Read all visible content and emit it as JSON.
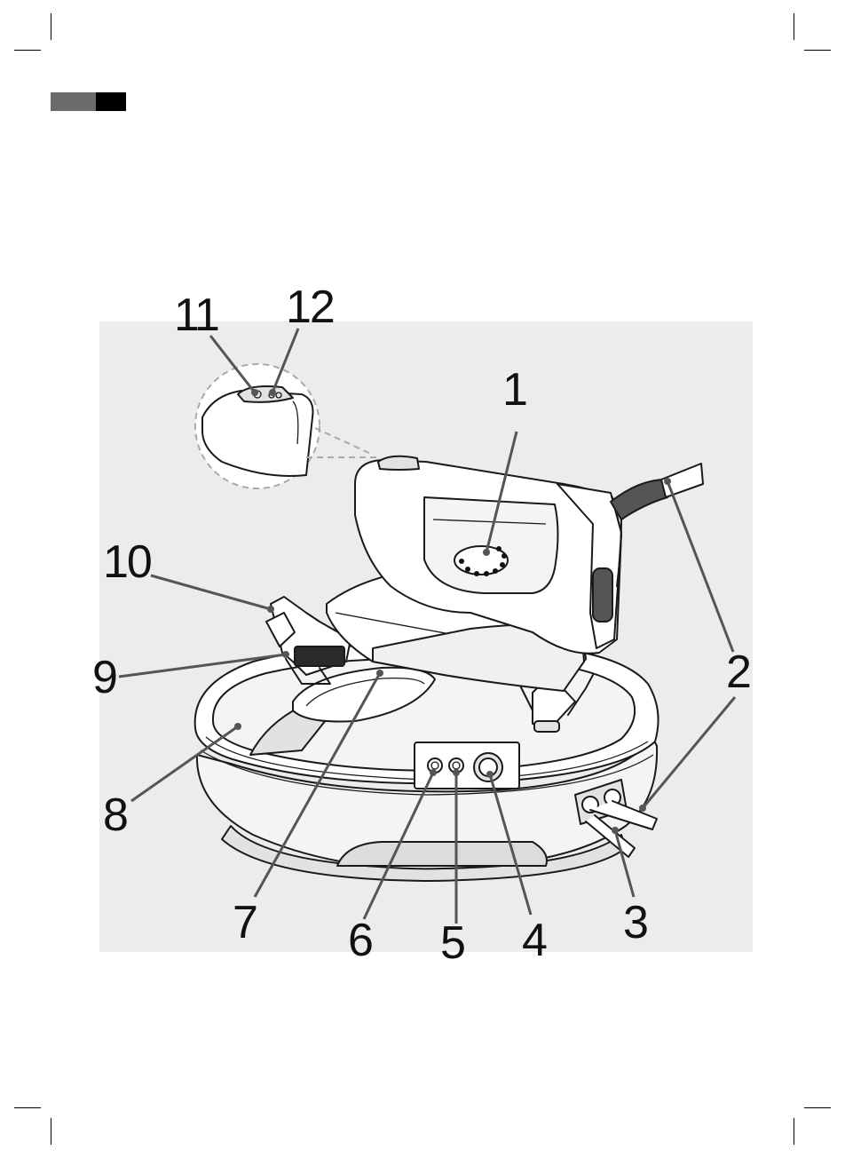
{
  "callouts": [
    {
      "id": "1",
      "label": "1"
    },
    {
      "id": "2",
      "label": "2"
    },
    {
      "id": "3",
      "label": "3"
    },
    {
      "id": "4",
      "label": "4"
    },
    {
      "id": "5",
      "label": "5"
    },
    {
      "id": "6",
      "label": "6"
    },
    {
      "id": "7",
      "label": "7"
    },
    {
      "id": "8",
      "label": "8"
    },
    {
      "id": "9",
      "label": "9"
    },
    {
      "id": "10",
      "label": "10"
    },
    {
      "id": "11",
      "label": "11"
    },
    {
      "id": "12",
      "label": "12"
    }
  ],
  "colors": {
    "header_bar_gray": "#6b6b6b",
    "header_bar_black": "#000000",
    "leader_line": "#555555",
    "diagram_background": "#ececec"
  }
}
